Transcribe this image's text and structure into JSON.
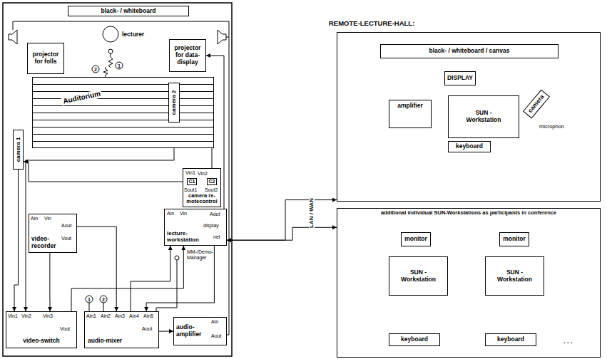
{
  "diagram": {
    "nodes": [
      {
        "text": [
          "black- / whiteboard"
        ]
      },
      {
        "text": [
          "projector for folls"
        ]
      },
      {
        "text": [
          "lecturer"
        ]
      },
      {
        "text": [
          "projector for data-display"
        ]
      },
      {
        "text": [
          "Auditorium"
        ]
      },
      {
        "text": [
          "camera 2"
        ],
        "in": 4
      },
      {
        "text": [
          "camera 1"
        ]
      },
      {
        "text": [
          "camera re-motecontrol"
        ]
      },
      {
        "text": [
          "C1"
        ],
        "in": 7
      },
      {
        "text": [
          "C2"
        ],
        "in": 7
      },
      {
        "text": [
          "video-recorder"
        ]
      },
      {
        "text": [
          "lecture-workstation"
        ]
      },
      {
        "text": [
          "video-switch"
        ]
      },
      {
        "text": [
          "audio-mixer"
        ]
      },
      {
        "text": [
          "audio-amplifier"
        ]
      },
      {
        "text": [
          "REMOTE-LECTURE-HALL:"
        ]
      },
      {
        "text": [
          "black- / whiteboard / canvas"
        ],
        "in": 15
      },
      {
        "text": [
          "DISPLAY"
        ],
        "in": 15
      },
      {
        "text": [
          "amplifier"
        ],
        "in": 15
      },
      {
        "text": [
          "SUN - Workstation"
        ],
        "in": 15
      },
      {
        "text": [
          "keyboard"
        ],
        "in": 15
      },
      {
        "text": [
          "camera"
        ],
        "in": 15
      },
      {
        "text": [
          "additional individual SUN-Workstations as participants in conference"
        ]
      },
      {
        "text": [
          "monitor"
        ],
        "in": 22
      },
      {
        "text": [
          "SUN - Workstation"
        ],
        "in": 22
      },
      {
        "text": [
          "keyboard"
        ],
        "in": 22
      },
      {
        "text": [
          "monitor"
        ],
        "in": 22
      },
      {
        "text": [
          "SUN - Workstation"
        ],
        "in": 22
      },
      {
        "text": [
          "keyboard"
        ],
        "in": 22
      }
    ],
    "edges": [
      {
        "from": 8,
        "to": 6,
        "arrow": "to"
      },
      {
        "from": 9,
        "to": 5,
        "arrow": "to"
      },
      {
        "from": 6,
        "to": 12,
        "arrow": "to"
      },
      {
        "from": 5,
        "to": 12,
        "arrow": "to"
      },
      {
        "from": 10,
        "to": 12,
        "arrow": "to"
      },
      {
        "from": 12,
        "to": 11,
        "arrow": "to"
      },
      {
        "from": 13,
        "to": 14,
        "arrow": "to"
      },
      {
        "from": 11,
        "to": 13,
        "arrow": "to"
      },
      {
        "from": 10,
        "to": 13,
        "arrow": "to"
      },
      {
        "from": 13,
        "to": 11,
        "arrow": "to"
      },
      {
        "from": 11,
        "to": 3,
        "arrow": "to"
      },
      {
        "from": 11,
        "to": 15,
        "arrow": "both"
      },
      {
        "from": 11,
        "to": 22,
        "arrow": "both"
      },
      {
        "from": 18,
        "to": 19,
        "arrow": "none"
      },
      {
        "from": 19,
        "to": 17,
        "arrow": "to"
      },
      {
        "from": 21,
        "to": 19,
        "arrow": "none"
      },
      {
        "from": 20,
        "to": 19,
        "arrow": "none"
      },
      {
        "from": 23,
        "to": 24,
        "arrow": "none"
      },
      {
        "from": 25,
        "to": 24,
        "arrow": "none"
      },
      {
        "from": 26,
        "to": 27,
        "arrow": "none"
      },
      {
        "from": 28,
        "to": 27,
        "arrow": "none"
      }
    ],
    "labels": [
      "Vin1",
      "Sout1",
      "Vin2",
      "Sout2",
      "Ain",
      "Vin",
      "Aout",
      "Vout",
      "Ain",
      "Vin",
      "Aout",
      "display",
      "net",
      "MM-/Demo-Manager",
      "Vin1",
      "Vin2",
      "Vin3",
      "Vout",
      "Ain1",
      "Ain2",
      "Ain3",
      "Ain4",
      "Ain5",
      "Aout",
      "Ain",
      "Aout",
      "1",
      "2",
      "1",
      "2",
      "LAN / WAN",
      "microphon",
      ". . ."
    ]
  }
}
